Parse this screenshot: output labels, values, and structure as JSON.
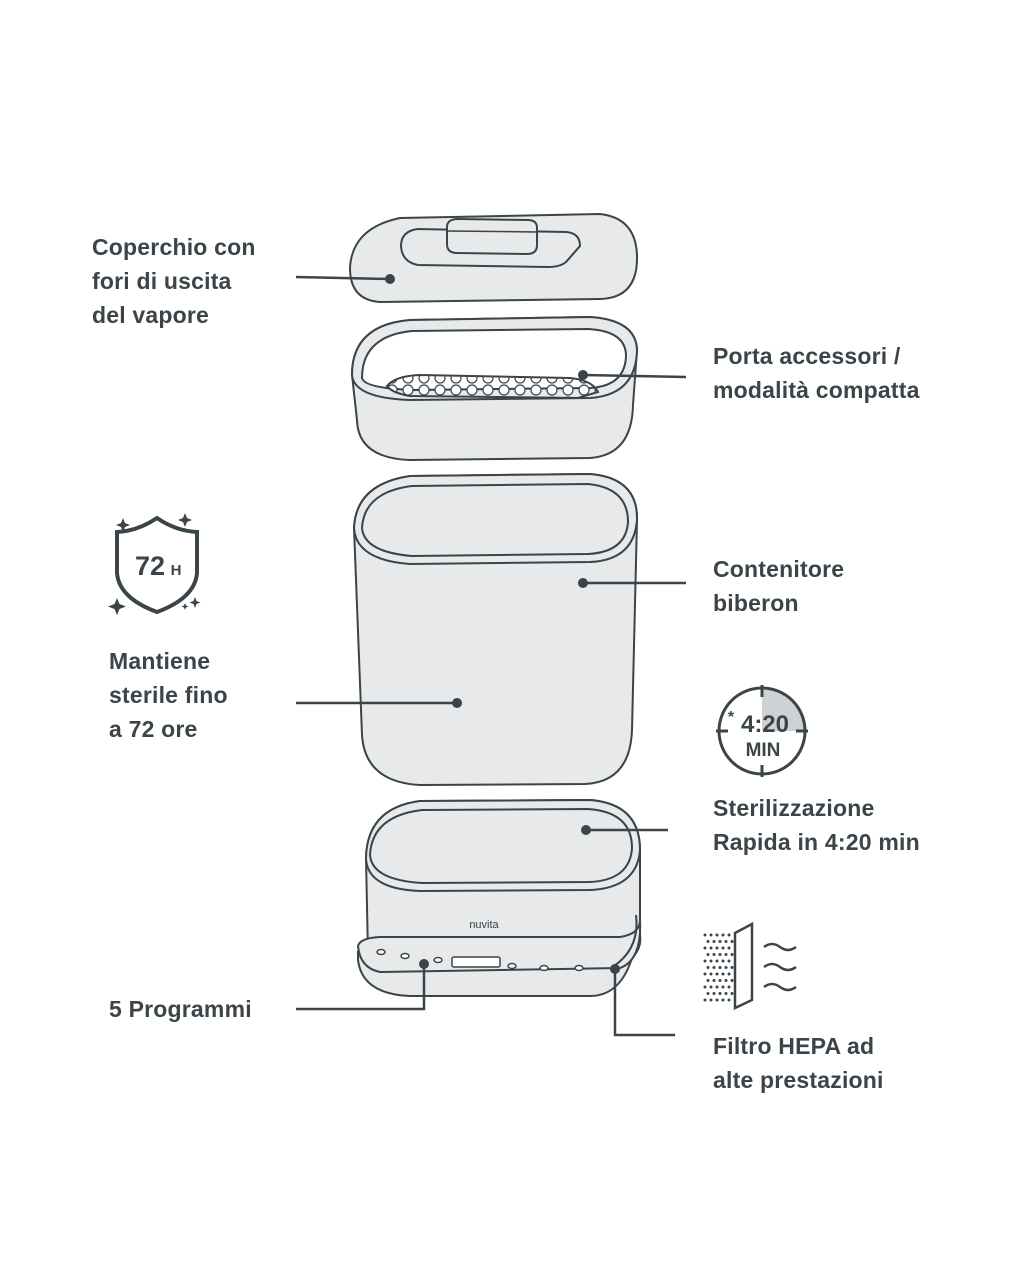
{
  "brand": "nuvita",
  "labels": {
    "lid": [
      "Coperchio con",
      "fori di uscita",
      "del vapore"
    ],
    "accessory": [
      "Porta accessori /",
      "modalità compatta"
    ],
    "bottle": [
      "Contenitore",
      "biberon"
    ],
    "sterile": [
      "Mantiene",
      "sterile fino",
      "a 72 ore"
    ],
    "rapid": [
      "Sterilizzazione",
      "Rapida in 4:20 min"
    ],
    "programs": [
      "5 Programmi"
    ],
    "filter": [
      "Filtro HEPA ad",
      "alte prestazioni"
    ]
  },
  "badges": {
    "shield_hours": "72",
    "shield_unit": "H",
    "timer_asterisk": "*",
    "timer_time": "4:20",
    "timer_unit": "MIN",
    "timer_progress": 0.25
  },
  "colors": {
    "ink": "#3b4448",
    "fill": "#e8e9ea",
    "accent_gray": "#cfd1d3"
  }
}
